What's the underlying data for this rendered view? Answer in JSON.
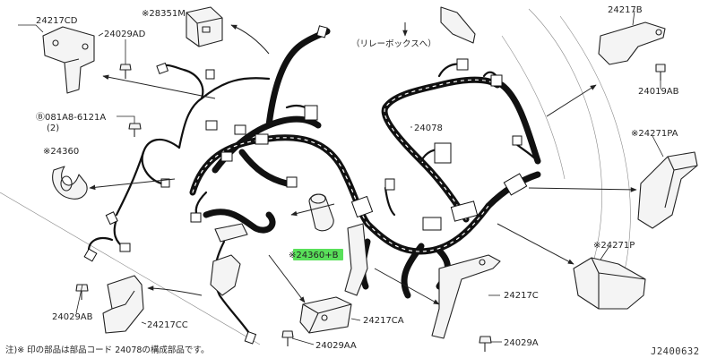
{
  "labels": {
    "l24217cd": "24217CD",
    "l28351m": "※28351M",
    "l24029ad": "24029AD",
    "l081a8": "Ⓑ081A8-6121A",
    "l081a8_qty": "(2)",
    "l24360": "※24360",
    "l24029ab": "24029AB",
    "l24217cc": "24217CC",
    "l24360b": "※24360+B",
    "l24217ca": "24217CA",
    "l24029aa": "24029AA",
    "l24078": "24078",
    "l24217b": "24217B",
    "l24019ab": "24019AB",
    "l24271pa": "※24271PA",
    "l24271p": "※24271P",
    "l24217c": "24217C",
    "l24029a": "24029A",
    "relay_note": "（リレーボックスへ）"
  },
  "footnote": "注)※ 印の部品は部品コード 24078の構成部品です。",
  "figure_id": "J2400632",
  "highlight_color": "#59e05a"
}
